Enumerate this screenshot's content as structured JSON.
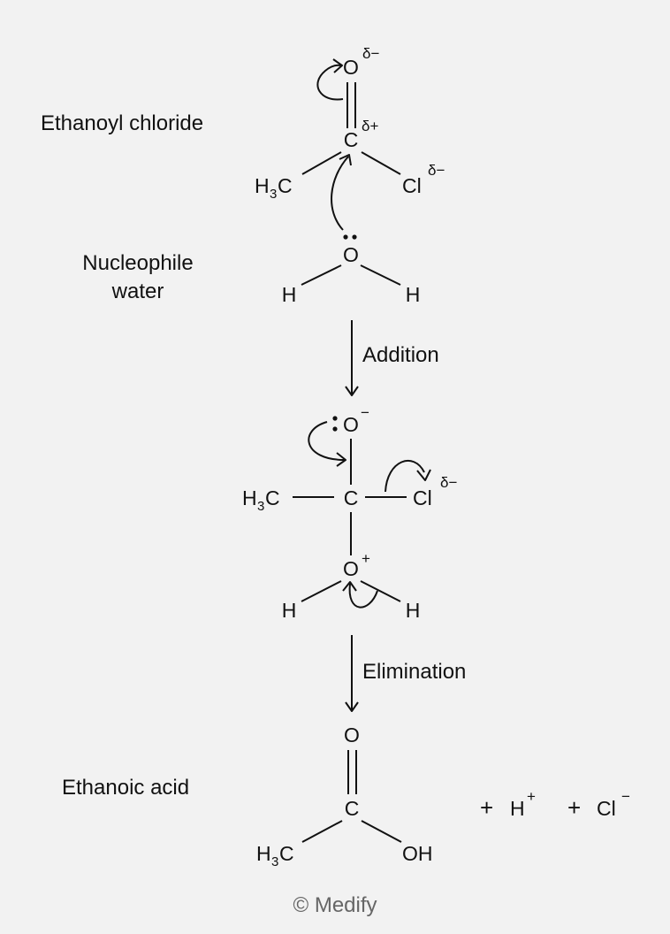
{
  "labels": {
    "reactant": "Ethanoyl chloride",
    "nucleophile_line1": "Nucleophile",
    "nucleophile_line2": "water",
    "step1": "Addition",
    "step2": "Elimination",
    "product": "Ethanoic acid"
  },
  "atoms": {
    "O": "O",
    "C": "C",
    "H": "H",
    "Cl": "Cl",
    "OH": "OH",
    "H3C_main": "H",
    "H3C_sub": "3",
    "H3C_end": "C"
  },
  "charges": {
    "delta_minus": "δ−",
    "delta_plus": "δ+",
    "minus": "−",
    "plus": "+"
  },
  "byproducts": {
    "plus_sign": "+",
    "proton": "H",
    "proton_charge": "+",
    "chloride": "Cl",
    "chloride_charge": "−"
  },
  "footer": "© Medify"
}
